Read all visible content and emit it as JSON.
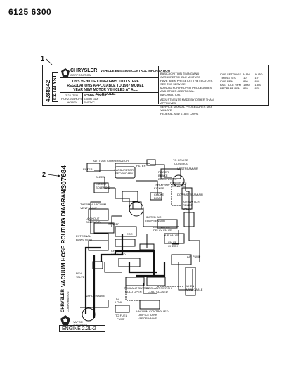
{
  "page": {
    "part_numbers": "6125 6300",
    "callouts": [
      "1",
      "2"
    ]
  },
  "label1": {
    "part_no": "4288942",
    "catalyst": "CATALYST",
    "brand": "CHRYSLER",
    "corp": "CORPORATION",
    "header": "VEHICLE EMISSION CONTROL INFORMATION",
    "conforms": [
      "THIS VEHICLE CONFORMS TO U.S. EPA",
      "REGULATIONS APPLICABLE TO 1987 MODEL",
      "YEAR NEW MOTOR VEHICLES AT ALL ALTITUDES."
    ],
    "engine_cell": [
      "2.2 LITER",
      "HCR2.2S5HDF5",
      "HCR09"
    ],
    "spark_header": "SPARK PLUGS",
    "spark_cell": [
      "035 IN GAP",
      "RN12YC"
    ],
    "notes": [
      "BASIC IGNITION TIMING AND CARBURETOR IDLE MIXTURE",
      "HAVE BEEN PRESET AT THE FACTORY. SEE THE SERVICE",
      "MANUAL FOR PROPER PROCEDURES AND OTHER ADDITIONAL",
      "INFORMATION.",
      "ADJUSTMENTS MADE BY OTHER THAN APPROVED",
      "SERVICE MANUAL PROCEDURES MAY VIOLATE",
      "FEDERAL AND STATE LAWS."
    ],
    "table_rows": [
      [
        "IDLE SETTINGS",
        "MAN",
        "AUTO"
      ],
      [
        "TIMING BTC",
        "10°",
        "10°"
      ],
      [
        "IDLE RPM",
        "850",
        "850"
      ],
      [
        "FAST IDLE RPM",
        "1300",
        "1300"
      ],
      [
        "PROPANE RPM",
        "870",
        "870"
      ]
    ]
  },
  "label2": {
    "part_no": "4307684",
    "title": "VACUUM HOSE ROUTING DIAGRAM",
    "brand": "CHRYSLER",
    "corp": "CORPORATION",
    "engine": "ENGINE 2.2L-2",
    "legend": "WHEN APPLICABLE",
    "labels": {
      "altitude": "ALTITUDE COMPENSATOR",
      "to_cruise": "TO CRUISE",
      "control": "CONTROL",
      "filter1": "FILTER",
      "filter2": "FILTER",
      "carb_sec": "CARBURETOR",
      "secondary": "SECONDARY",
      "power_brake": "POWER",
      "brake": "BRAKE",
      "booster": "BOOSTER",
      "heater_ac": "TO",
      "heater_ac2": "HEATER A/C",
      "control2": "CONTROL",
      "upstream": "UPSTREAM AIR",
      "bleed": "BLEED",
      "kicker": "KICKER",
      "solenoid": "SOLENOID",
      "throttle": "THROTTLE",
      "kicker2": "KICKER",
      "choke": "CHOKE",
      "diaph": "DIAPH",
      "downstream": "DOWNSTREAM AIR",
      "air_switch": "AIR SWITCH",
      "relief": "RELIEF",
      "valve": "VALVE",
      "thermal": "THERMAL VACUUM",
      "vent_valve": "VENT VALVE",
      "lockout": "LOCKOUT",
      "solenoid2": "SOLENOID",
      "heated": "HEATED AIR",
      "temp_sensor": "TEMP SENSOR",
      "spacer": "SPACER",
      "external": "EXTERNAL",
      "bowl_vent": "BOWL VENT",
      "air_switch2": "AIR SWITCH",
      "delay": "DELAY VALVE",
      "egr": "EGR",
      "air_valve": "AIR VALVE",
      "choke2": "CHOKE",
      "solenoid3": "SOLENOID",
      "valve_check": "VALVE",
      "check": "CHECK",
      "pcv": "PCV",
      "valve2": "VALVE",
      "air_pump": "AIR PUMP",
      "vapor": "VAPOR",
      "canister": "CANISTER",
      "to_lowl": "TO",
      "lowl": "LOWL",
      "coolant1": "COOLANT SWITCH",
      "cold_open": "COLD OPEN",
      "coolant2": "COOLANT SWITCH",
      "cold_closed": "COLD CLOSED",
      "to_fuel": "TO FUEL",
      "pump": "PUMP",
      "vac_ctrl": "VACUUM CONTROLLED",
      "orifice": "ORIFICE TANK",
      "vapor_valve": "VAPOR VALVE",
      "vapor2": "VAPOR VALVE"
    }
  }
}
